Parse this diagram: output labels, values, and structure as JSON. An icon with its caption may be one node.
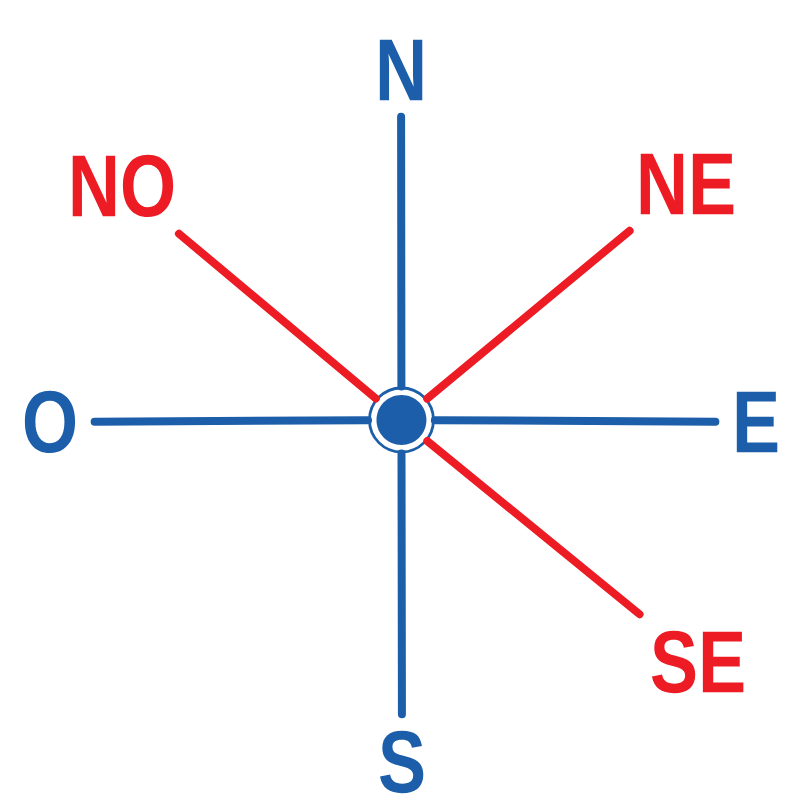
{
  "diagram": {
    "nodes": [
      {
        "text": [
          "N"
        ]
      },
      {
        "text": [
          "NO"
        ]
      },
      {
        "text": [
          "NE"
        ]
      },
      {
        "text": [
          "O"
        ]
      },
      {
        "text": [],
        "shape": "circle"
      },
      {
        "text": [
          "E"
        ]
      },
      {
        "text": [
          "SE"
        ]
      },
      {
        "text": [
          "S"
        ]
      }
    ],
    "edges": [
      {
        "from": 4,
        "to": 0,
        "arrow": "none"
      },
      {
        "from": 4,
        "to": 3,
        "arrow": "none"
      },
      {
        "from": 4,
        "to": 5,
        "arrow": "none"
      },
      {
        "from": 4,
        "to": 7,
        "arrow": "none"
      },
      {
        "from": 4,
        "to": 1,
        "arrow": "none",
        "color": "#ed1c24"
      },
      {
        "from": 4,
        "to": 2,
        "arrow": "none",
        "color": "#ed1c24"
      },
      {
        "from": 4,
        "to": 6,
        "arrow": "none",
        "color": "#ed1c24"
      }
    ]
  }
}
